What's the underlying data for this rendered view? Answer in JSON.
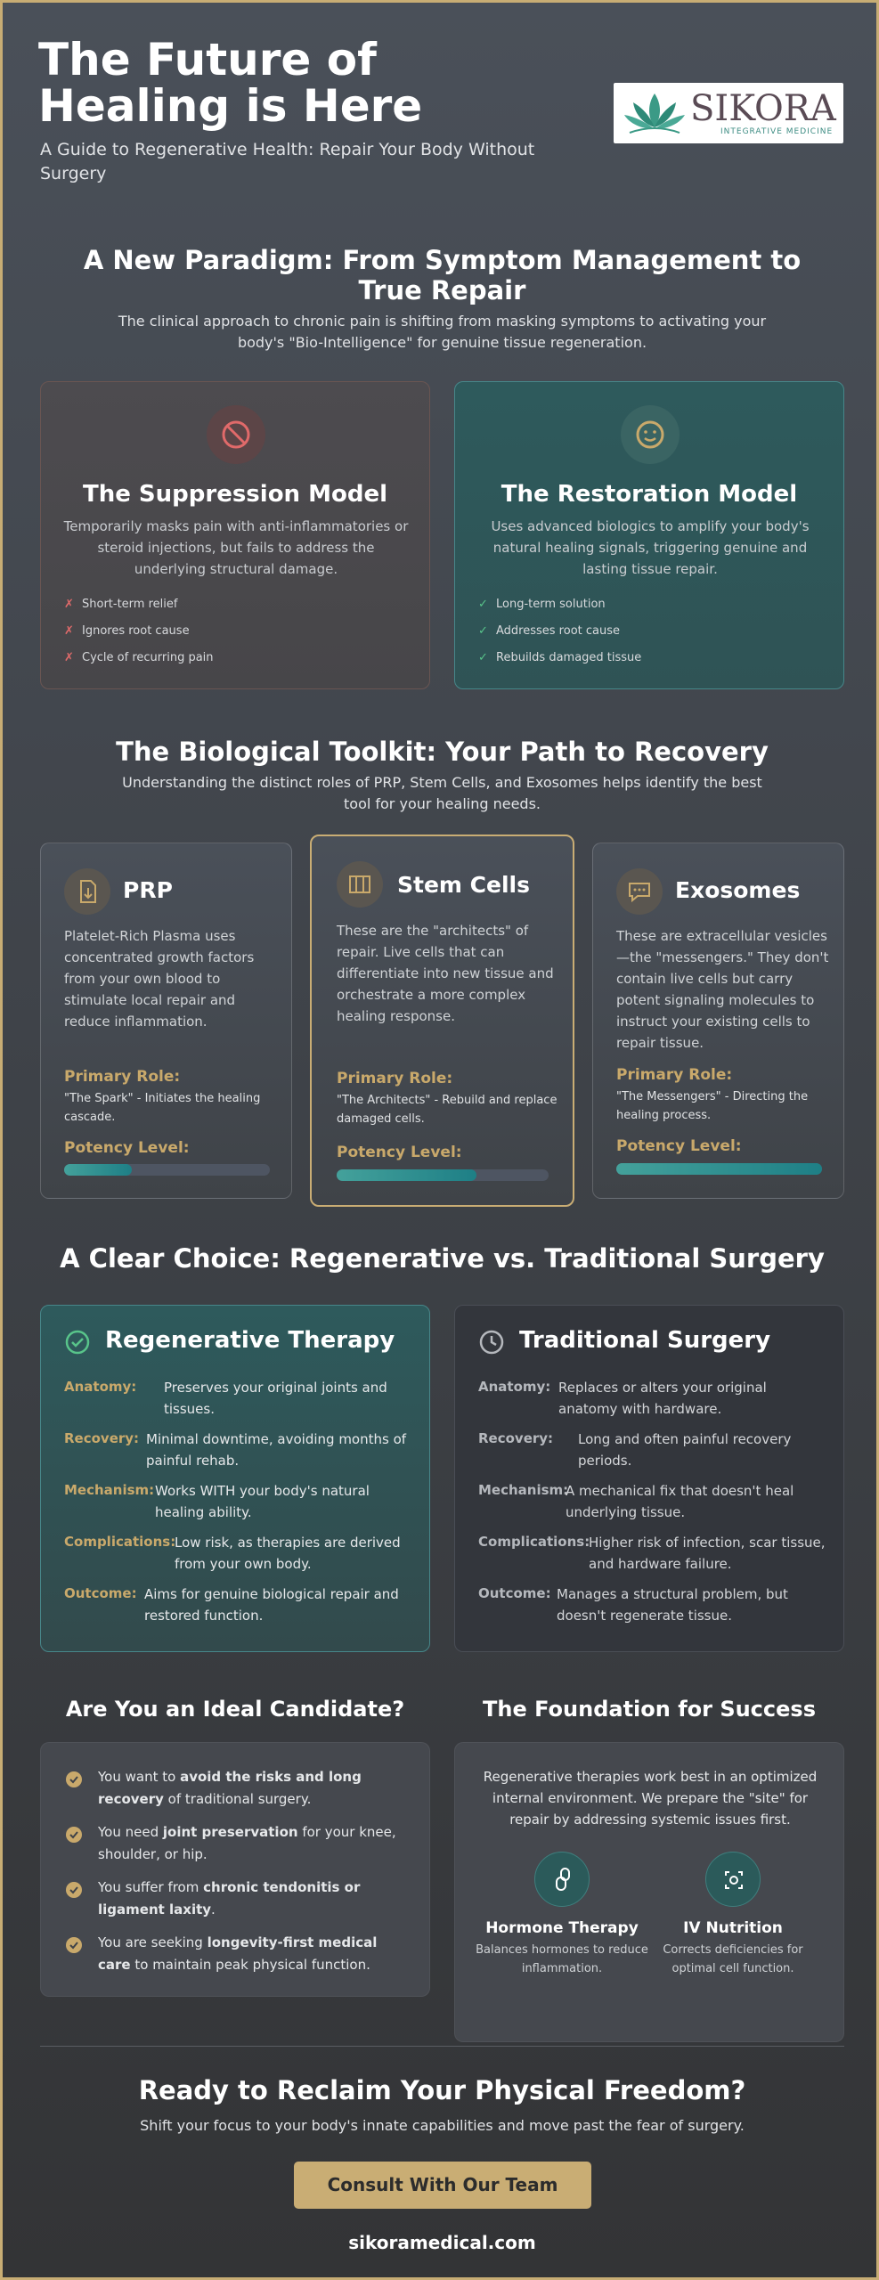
{
  "header": {
    "title": "The Future of Healing is Here",
    "subtitle": "A Guide to Regenerative Health: Repair Your Body Without Surgery",
    "logo_word": "SIKORA",
    "logo_tag": "INTEGRATIVE MEDICINE"
  },
  "paradigm": {
    "title": "A New Paradigm: From Symptom Management to True Repair",
    "subtitle": "The clinical approach to chronic pain is shifting from masking symptoms to activating your body's \"Bio-Intelligence\" for genuine tissue regeneration.",
    "suppression": {
      "title": "The Suppression Model",
      "desc": "Temporarily masks pain with anti-inflammatories or steroid injections, but fails to address the underlying structural damage.",
      "mark": "✗",
      "items": [
        "Short-term relief",
        "Ignores root cause",
        "Cycle of recurring pain"
      ]
    },
    "restoration": {
      "title": "The Restoration Model",
      "desc": "Uses advanced biologics to amplify your body's natural healing signals, triggering genuine and lasting tissue repair.",
      "mark": "✓",
      "items": [
        "Long-term solution",
        "Addresses root cause",
        "Rebuilds damaged tissue"
      ]
    }
  },
  "toolkit": {
    "title": "The Biological Toolkit: Your Path to Recovery",
    "subtitle": "Understanding the distinct roles of PRP, Stem Cells, and Exosomes helps identify the best tool for your healing needs.",
    "role_label": "Primary Role:",
    "potency_label": "Potency Level:",
    "cards": [
      {
        "name": "PRP",
        "desc": "Platelet-Rich Plasma uses concentrated growth factors from your own blood to stimulate local repair and reduce inflammation.",
        "role": "\"The Spark\" - Initiates the healing cascade.",
        "potency": 0.33
      },
      {
        "name": "Stem Cells",
        "desc": "These are the \"architects\" of repair. Live cells that can differentiate into new tissue and orchestrate a more complex healing response.",
        "role": "\"The Architects\" - Rebuild and replace damaged cells.",
        "potency": 0.66
      },
      {
        "name": "Exosomes",
        "desc": "These are extracellular vesicles—the \"messengers.\" They don't contain live cells but carry potent signaling molecules to instruct your existing cells to repair tissue.",
        "role": "\"The Messengers\" - Directing the healing process.",
        "potency": 1.0
      }
    ]
  },
  "comparison": {
    "title": "A Clear Choice: Regenerative vs. Traditional Surgery",
    "regenerative": {
      "title": "Regenerative Therapy",
      "rows": [
        {
          "label": "Anatomy:",
          "value": "Preserves your original joints and tissues."
        },
        {
          "label": "Recovery:",
          "value": "Minimal downtime, avoiding months of painful rehab."
        },
        {
          "label": "Mechanism:",
          "value": "Works WITH your body's natural healing ability."
        },
        {
          "label": "Complications:",
          "value": "Low risk, as therapies are derived from your own body."
        },
        {
          "label": "Outcome:",
          "value": "Aims for genuine biological repair and restored function."
        }
      ]
    },
    "traditional": {
      "title": "Traditional Surgery",
      "rows": [
        {
          "label": "Anatomy:",
          "value": "Replaces or alters your original anatomy with hardware."
        },
        {
          "label": "Recovery:",
          "value": "Long and often painful recovery periods."
        },
        {
          "label": "Mechanism:",
          "value": "A mechanical fix that doesn't heal underlying tissue."
        },
        {
          "label": "Complications:",
          "value": "Higher risk of infection, scar tissue, and hardware failure."
        },
        {
          "label": "Outcome:",
          "value": "Manages a structural problem, but doesn't regenerate tissue."
        }
      ]
    }
  },
  "candidate": {
    "title": "Are You an Ideal Candidate?",
    "items": [
      {
        "pre": "You want to ",
        "bold": "avoid the risks and long recovery",
        "post": " of traditional surgery."
      },
      {
        "pre": "You need ",
        "bold": "joint preservation",
        "post": " for your knee, shoulder, or hip."
      },
      {
        "pre": "You suffer from ",
        "bold": "chronic tendonitis or ligament laxity",
        "post": "."
      },
      {
        "pre": "You are seeking ",
        "bold": "longevity-first medical care",
        "post": " to maintain peak physical function."
      }
    ]
  },
  "foundation": {
    "title": "The Foundation for Success",
    "desc": "Regenerative therapies work best in an optimized internal environment. We prepare the \"site\" for repair by addressing systemic issues first.",
    "items": [
      {
        "title": "Hormone Therapy",
        "desc": "Balances hormones to reduce inflammation."
      },
      {
        "title": "IV Nutrition",
        "desc": "Corrects deficiencies for optimal cell function."
      }
    ]
  },
  "footer": {
    "title": "Ready to Reclaim Your Physical Freedom?",
    "subtitle": "Shift your focus to your body's innate capabilities and move past the fear of surgery.",
    "cta": "Consult With Our Team",
    "site": "sikoramedical.com"
  },
  "colors": {
    "accent_gold": "#c9a96b",
    "teal": "#44a19b",
    "red": "#e06a6a",
    "green": "#58c48a"
  }
}
